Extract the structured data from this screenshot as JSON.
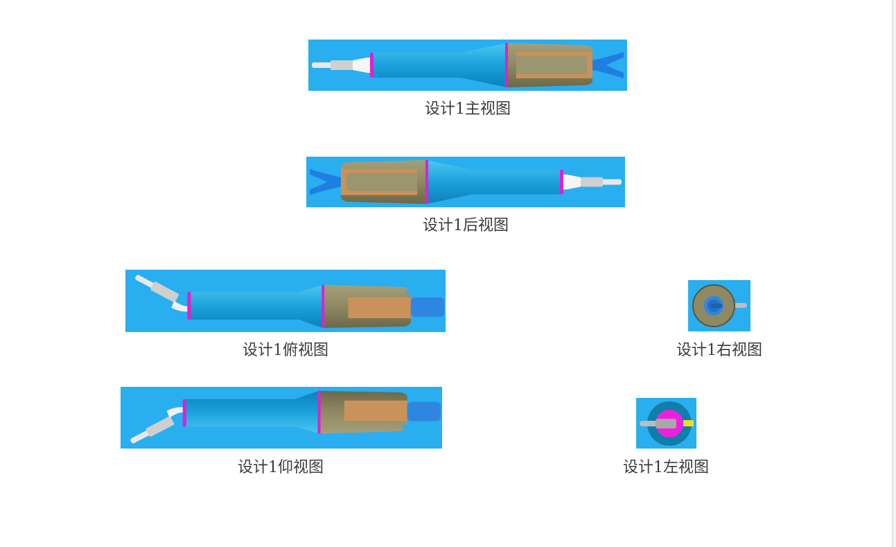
{
  "views": [
    {
      "caption": "设计1主视图"
    },
    {
      "caption": "设计1后视图"
    },
    {
      "caption": "设计1俯视图"
    },
    {
      "caption": "设计1右视图"
    },
    {
      "caption": "设计1仰视图"
    },
    {
      "caption": "设计1左视图"
    }
  ],
  "colors": {
    "background": "#29aef0",
    "body": "#1e9fd8",
    "accent": "#e020d0",
    "claw": "#8f8a66",
    "inner": "#c9925a",
    "strip": "#f0f020"
  }
}
